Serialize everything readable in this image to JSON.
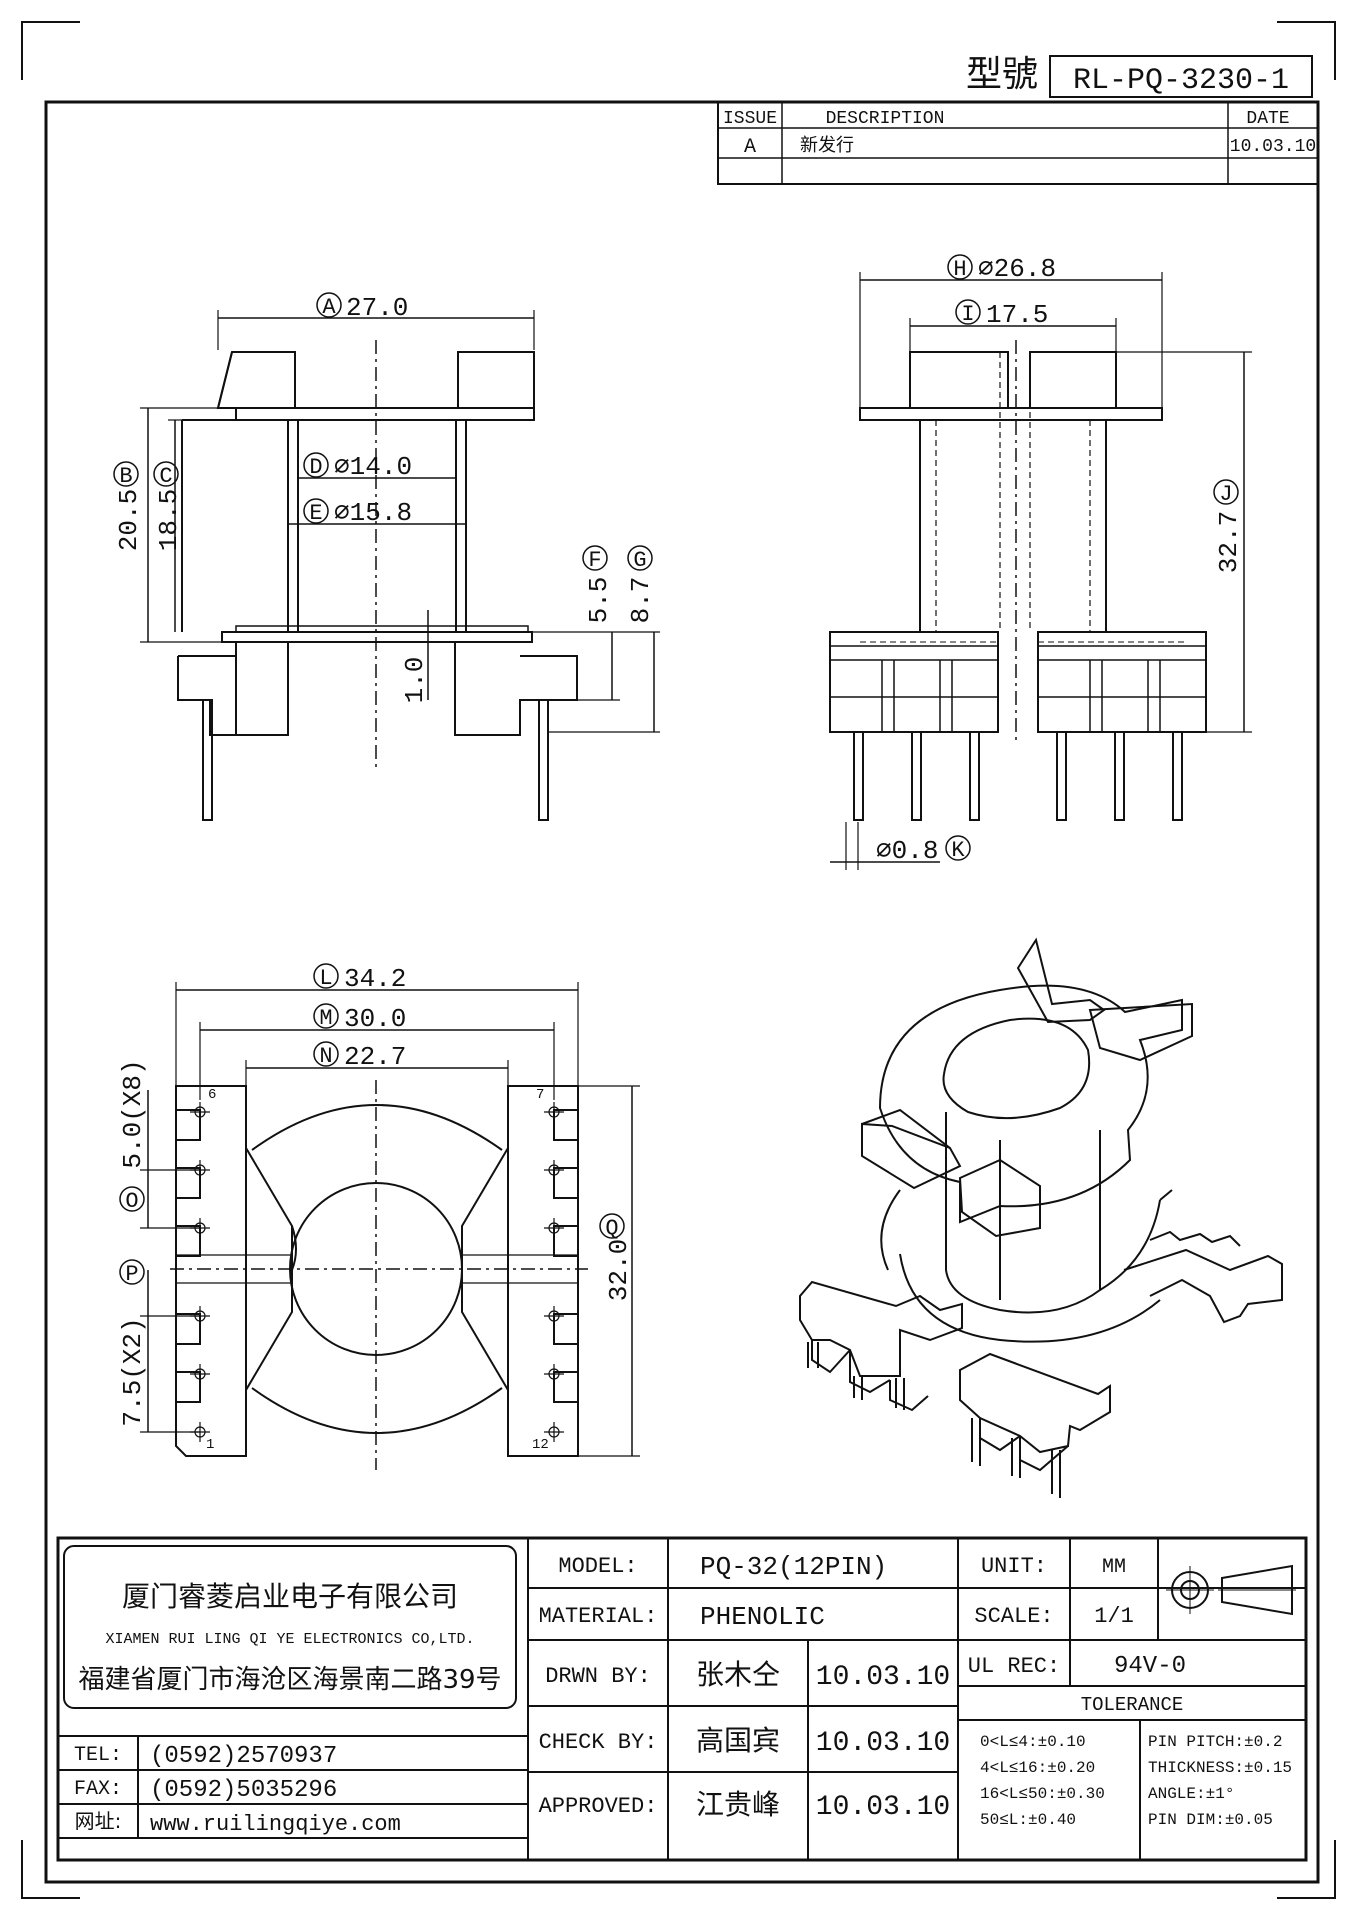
{
  "header": {
    "model_label": "型號",
    "model_number": "RL-PQ-3230-1"
  },
  "revision": {
    "col_issue": "ISSUE",
    "col_description": "DESCRIPTION",
    "col_date": "DATE",
    "rows": [
      {
        "issue": "A",
        "description": "新发行",
        "date": "10.03.10"
      }
    ]
  },
  "dimensions": {
    "A": {
      "letter": "A",
      "value": "27.0"
    },
    "B": {
      "letter": "B",
      "value": "20.5"
    },
    "C": {
      "letter": "C",
      "value": "18.5"
    },
    "D": {
      "letter": "D",
      "value": "⌀14.0"
    },
    "E": {
      "letter": "E",
      "value": "⌀15.8"
    },
    "F": {
      "letter": "F",
      "value": "5.5"
    },
    "G": {
      "letter": "G",
      "value": "8.7"
    },
    "base": {
      "value": "1.0"
    },
    "H": {
      "letter": "H",
      "value": "⌀26.8"
    },
    "I": {
      "letter": "I",
      "value": "17.5"
    },
    "J": {
      "letter": "J",
      "value": "32.7"
    },
    "K": {
      "letter": "K",
      "value": "⌀0.8"
    },
    "L": {
      "letter": "L",
      "value": "34.2"
    },
    "M": {
      "letter": "M",
      "value": "30.0"
    },
    "N": {
      "letter": "N",
      "value": "22.7"
    },
    "O": {
      "letter": "O",
      "value": "5.0(X8)"
    },
    "P": {
      "letter": "P",
      "value": "7.5(X2)"
    },
    "Q": {
      "letter": "Q",
      "value": "32.0"
    }
  },
  "pins": {
    "p1": "1",
    "p6": "6",
    "p7": "7",
    "p12": "12"
  },
  "company": {
    "name_cn": "厦门睿菱启业电子有限公司",
    "name_en": "XIAMEN RUI LING QI YE ELECTRONICS CO,LTD.",
    "address": "福建省厦门市海沧区海景南二路39号",
    "tel_label": "TEL:",
    "tel": "(0592)2570937",
    "fax_label": "FAX:",
    "fax": "(0592)5035296",
    "web_label": "网址:",
    "web": "www.ruilingqiye.com"
  },
  "title_block": {
    "model_label": "MODEL:",
    "model": "PQ-32(12PIN)",
    "material_label": "MATERIAL:",
    "material": "PHENOLIC",
    "drawn_label": "DRWN BY:",
    "drawn_by": "张木仝",
    "drawn_date": "10.03.10",
    "check_label": "CHECK BY:",
    "check_by": "高国宾",
    "check_date": "10.03.10",
    "approved_label": "APPROVED:",
    "approved_by": "江贵峰",
    "approved_date": "10.03.10",
    "unit_label": "UNIT:",
    "unit": "MM",
    "scale_label": "SCALE:",
    "scale": "1/1",
    "ul_label": "UL REC:",
    "ul": "94V-0",
    "tolerance_label": "TOLERANCE",
    "tol_left": [
      "0<L≤4:±0.10",
      "4<L≤16:±0.20",
      "16<L≤50:±0.30",
      "50≤L:±0.40"
    ],
    "tol_right": [
      "PIN PITCH:±0.2",
      "THICKNESS:±0.15",
      "ANGLE:±1°",
      "PIN DIM:±0.05"
    ]
  }
}
